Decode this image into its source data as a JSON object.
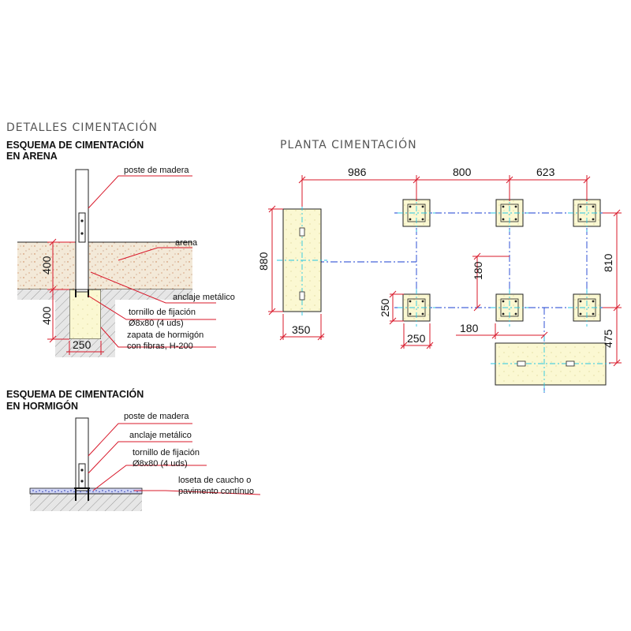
{
  "titles": {
    "main": "DETALLES CIMENTACIÓN",
    "plan": "PLANTA CIMENTACIÓN",
    "arena_line1": "ESQUEMA DE CIMENTACIÓN",
    "arena_line2": "EN ARENA",
    "hormigon_line1": "ESQUEMA DE CIMENTACIÓN",
    "hormigon_line2": "EN HORMIGÓN"
  },
  "arena_labels": {
    "post": "poste de madera",
    "sand": "arena",
    "anchor": "anclaje metálico",
    "screw_1": "tornillo de fijación",
    "screw_2": "Ø8x80 (4 uds)",
    "footing_1": "zapata de hormigón",
    "footing_2": "con fibras, H-200"
  },
  "arena_dims": {
    "sand_depth": "400",
    "footing_depth": "400",
    "footing_width": "250"
  },
  "hormigon_labels": {
    "post": "poste de madera",
    "anchor": "anclaje metálico",
    "screw_1": "tornillo de fijación",
    "screw_2": "Ø8x80 (4 uds)",
    "tile_1": "loseta de caucho o",
    "tile_2": "pavimento contínuo"
  },
  "plan_dims": {
    "top_1": "986",
    "top_2": "800",
    "top_3": "623",
    "left_height": "880",
    "left_width": "350",
    "right_1": "810",
    "right_2": "475",
    "footing_height": "250",
    "footing_width": "250",
    "offset_v": "180",
    "offset_h": "180"
  },
  "colors": {
    "dimension": "#d8182a",
    "axis": "#1a3fd0",
    "center_mark": "#27c6e0",
    "concrete": "#fbf8d2",
    "sand": "#f3e9d8"
  }
}
